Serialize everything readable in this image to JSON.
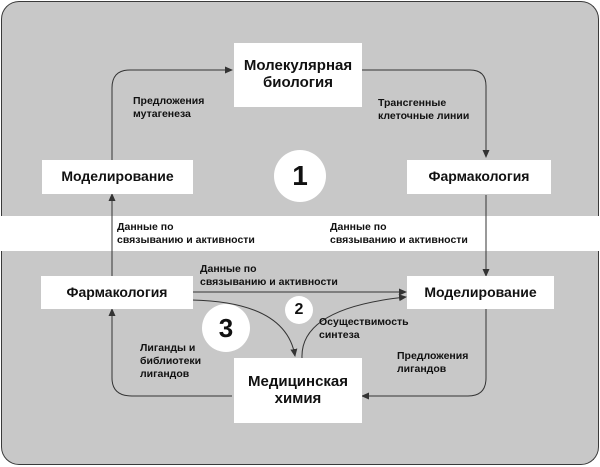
{
  "boxes": {
    "molecular_biology": "Молекулярная\nбиология",
    "modeling_top": "Моделирование",
    "pharmacology_top": "Фармакология",
    "pharmacology_bottom": "Фармакология",
    "modeling_bottom": "Моделирование",
    "medicinal_chemistry": "Медицинская\nхимия"
  },
  "labels": {
    "mutagenesis": "Предложения\nмутагенеза",
    "transgenic": "Трансгенные\nклеточные линии",
    "binding_left": "Данные по\nсвязыванию и активности",
    "binding_right": "Данные по\nсвязыванию и активности",
    "binding_middle": "Данные по\nсвязыванию и активности",
    "synthesis": "Осуществимость\nсинтеза",
    "ligand_proposals": "Предложения\nлигандов",
    "ligands_libraries": "Лиганды и\nбиблиотеки\nлигандов"
  },
  "numbers": {
    "one": "1",
    "two": "2",
    "three": "3"
  },
  "colors": {
    "panel": "#c8c8c8",
    "box": "#ffffff",
    "line": "#333333"
  }
}
